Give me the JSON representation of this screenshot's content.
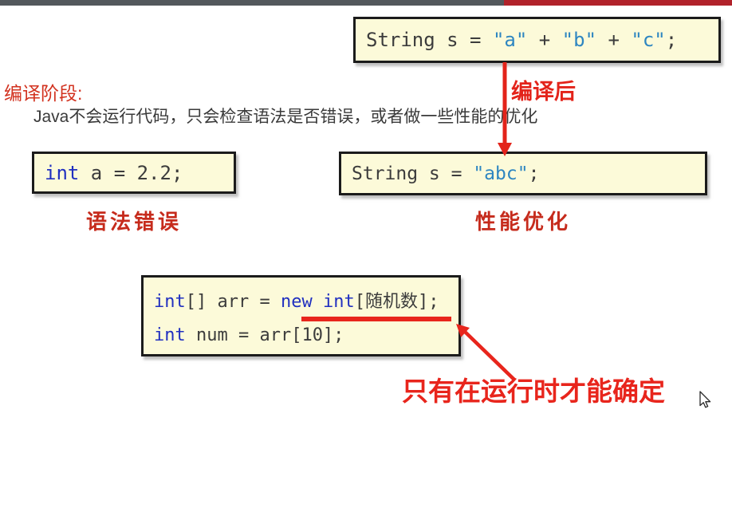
{
  "top_bar": {
    "dark_color": "#53585C",
    "red_color": "#B1222A"
  },
  "colors": {
    "accent_red": "#E3231A",
    "hand_label_red": "#C62B1C",
    "stage_title_red": "#D2321F",
    "keyword_blue": "#2130C0",
    "string_teal": "#2E86C1",
    "code_text": "#3C3C3C",
    "code_box_bg": "#FCFAD9",
    "code_box_border": "#1B1B1B"
  },
  "annotations": {
    "compile_after": "编译后",
    "stage_title": "编译阶段:",
    "stage_desc": "Java不会运行代码，只会检查语法是否错误，或者做一些性能的优化",
    "syntax_error_label": "语法错误",
    "perf_opt_label": "性能优化",
    "runtime_note": "只有在运行时才能确定"
  },
  "code_boxes": {
    "concat": {
      "tokens": [
        {
          "t": "String s = "
        },
        {
          "t": "\"a\""
        },
        {
          "t": " + "
        },
        {
          "t": "\"b\""
        },
        {
          "t": " + "
        },
        {
          "t": "\"c\""
        },
        {
          "t": ";"
        }
      ]
    },
    "syntax": {
      "tokens": [
        {
          "t": "int"
        },
        {
          "t": " a = 2.2;"
        }
      ]
    },
    "optimized": {
      "tokens": [
        {
          "t": "String s = "
        },
        {
          "t": "\"abc\""
        },
        {
          "t": ";"
        }
      ]
    },
    "runtime": {
      "line1": [
        {
          "t": "int"
        },
        {
          "t": "[] arr = "
        },
        {
          "t": "new"
        },
        {
          "t": " "
        },
        {
          "t": "int"
        },
        {
          "t": "[随机数];"
        }
      ],
      "line2": [
        {
          "t": "int"
        },
        {
          "t": " num = arr[10];"
        }
      ]
    }
  },
  "cursor": {
    "name": "mouse-pointer"
  }
}
